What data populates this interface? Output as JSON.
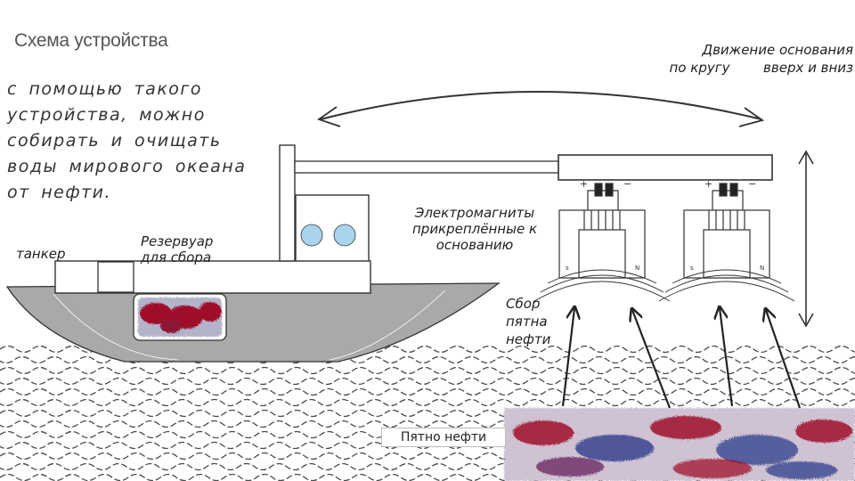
{
  "title": "Схема устройства",
  "description": {
    "line1": "с помощью такого",
    "line2": "устройства, можно",
    "line3": "собирать и очищать",
    "line4": "воды мирового океана",
    "line5": "от нефти."
  },
  "labels": {
    "tanker": "танкер",
    "reservoir": "Резервуар для сбора",
    "magnets": "Электромагниты прикреплённые к основанию",
    "motion_line1": "Движение основания",
    "motion_line2_left": "по кругу",
    "motion_line2_right": "вверх и вниз",
    "collection": "Сбор пятна нефти",
    "oil_spot": "Пятно нефти"
  },
  "magnet_polarity": {
    "left_sign": "+",
    "right_sign": "−",
    "pole_s": "s",
    "pole_n": "N"
  },
  "colors": {
    "hull": "#a9a9a9",
    "oil_red": "#a0112a",
    "oil_blue": "#2f3c8c",
    "porthole": "#a9d4ee",
    "line": "#222222"
  }
}
